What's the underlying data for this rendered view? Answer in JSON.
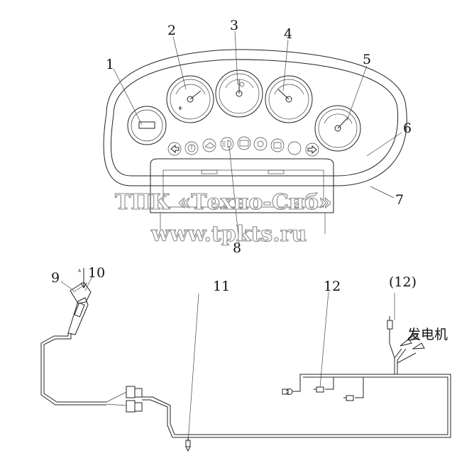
{
  "callouts": {
    "c1": "1",
    "c2": "2",
    "c3": "3",
    "c4": "4",
    "c5": "5",
    "c6": "6",
    "c7": "7",
    "c8": "8",
    "c9": "9",
    "c10": "10",
    "c11": "11",
    "c12": "12",
    "c12b": "(12)"
  },
  "annotations": {
    "view_marker": "A",
    "generator_label": "发电机"
  },
  "watermark": {
    "line1": "ТПК «Техно-Сиб»",
    "line2": "www.tpkts.ru"
  },
  "indicator_icons": [
    "left-turn-icon",
    "parking-brake-icon",
    "oil-pressure-icon",
    "high-beam-icon",
    "battery-charge-icon",
    "brake-fault-icon",
    "preheat-icon",
    "right-turn-icon"
  ]
}
